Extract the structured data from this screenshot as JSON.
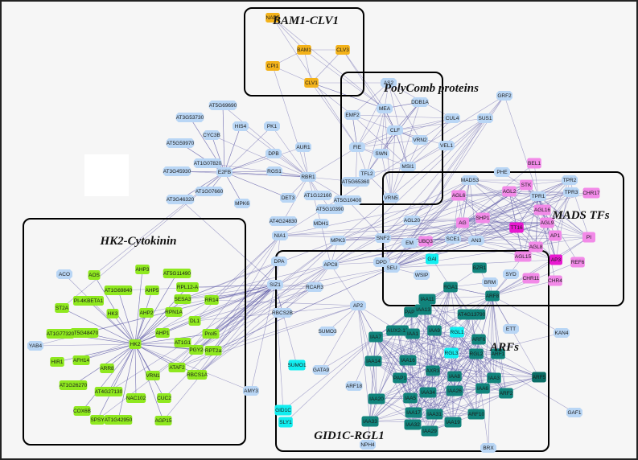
{
  "colors": {
    "background": "#f6f6f6",
    "edge": "#5e5ba8",
    "hub_blue": "#b9d6f5",
    "yellow": "#f3b21a",
    "green": "#8fe81f",
    "magenta": "#f28ae8",
    "hot_magenta": "#e81ad0",
    "cyan": "#12eef0",
    "teal": "#11847c",
    "dark_teal": "#0a6e66"
  },
  "clusters": [
    {
      "id": "bam1",
      "label": "BAM1-CLV1"
    },
    {
      "id": "polycomb",
      "label": "PolyComb proteins"
    },
    {
      "id": "mads",
      "label": "MADS TFs"
    },
    {
      "id": "hk2",
      "label": "HK2-Cytokinin"
    },
    {
      "id": "gid1c",
      "label": "GID1C-RGL1"
    },
    {
      "id": "arfs",
      "label": "ARFs"
    }
  ],
  "nodes": [
    {
      "label": "NAP5",
      "c": "yellow"
    },
    {
      "label": "BAM1",
      "c": "yellow"
    },
    {
      "label": "CLV3",
      "c": "yellow"
    },
    {
      "label": "CPI1",
      "c": "yellow"
    },
    {
      "label": "CLV1",
      "c": "yellow"
    },
    {
      "label": "AS2",
      "c": "hub_blue"
    },
    {
      "label": "DDB1A",
      "c": "hub_blue"
    },
    {
      "label": "GRF2",
      "c": "hub_blue"
    },
    {
      "label": "MEA",
      "c": "hub_blue"
    },
    {
      "label": "EMF2",
      "c": "hub_blue"
    },
    {
      "label": "CLF",
      "c": "hub_blue"
    },
    {
      "label": "CUL4",
      "c": "hub_blue"
    },
    {
      "label": "SUS1",
      "c": "hub_blue"
    },
    {
      "label": "FIE",
      "c": "hub_blue"
    },
    {
      "label": "SWN",
      "c": "hub_blue"
    },
    {
      "label": "VRN2",
      "c": "hub_blue"
    },
    {
      "label": "TFL2",
      "c": "hub_blue"
    },
    {
      "label": "MSI1",
      "c": "hub_blue"
    },
    {
      "label": "VEL1",
      "c": "hub_blue"
    },
    {
      "label": "VRN5",
      "c": "hub_blue"
    },
    {
      "label": "AT5G69690",
      "c": "hub_blue"
    },
    {
      "label": "AT3G53730",
      "c": "hub_blue"
    },
    {
      "label": "HIS4",
      "c": "hub_blue"
    },
    {
      "label": "PK1",
      "c": "hub_blue"
    },
    {
      "label": "CYC3B",
      "c": "hub_blue"
    },
    {
      "label": "AT5G59970",
      "c": "hub_blue"
    },
    {
      "label": "DPB",
      "c": "hub_blue"
    },
    {
      "label": "AUR1",
      "c": "hub_blue"
    },
    {
      "label": "AT1G07820",
      "c": "hub_blue"
    },
    {
      "label": "E2FB",
      "c": "hub_blue"
    },
    {
      "label": "RGS1",
      "c": "hub_blue"
    },
    {
      "label": "RBR1",
      "c": "hub_blue"
    },
    {
      "label": "AT3G45930",
      "c": "hub_blue"
    },
    {
      "label": "AT1G07660",
      "c": "hub_blue"
    },
    {
      "label": "AT3G46320",
      "c": "hub_blue"
    },
    {
      "label": "MPK6",
      "c": "hub_blue"
    },
    {
      "label": "DET3",
      "c": "hub_blue"
    },
    {
      "label": "AT1G12160",
      "c": "hub_blue"
    },
    {
      "label": "AT5G10400",
      "c": "hub_blue"
    },
    {
      "label": "AT5G10390",
      "c": "hub_blue"
    },
    {
      "label": "AT5G65360",
      "c": "hub_blue"
    },
    {
      "label": "AT4G24830",
      "c": "hub_blue"
    },
    {
      "label": "MDH1",
      "c": "hub_blue"
    },
    {
      "label": "NIA1",
      "c": "hub_blue"
    },
    {
      "label": "MPK3",
      "c": "hub_blue"
    },
    {
      "label": "SNF2",
      "c": "hub_blue"
    },
    {
      "label": "EM",
      "c": "hub_blue"
    },
    {
      "label": "AGL20",
      "c": "hub_blue"
    },
    {
      "label": "AN3",
      "c": "hub_blue"
    },
    {
      "label": "SCE1",
      "c": "hub_blue"
    },
    {
      "label": "MADS3",
      "c": "hub_blue"
    },
    {
      "label": "PHE",
      "c": "hub_blue"
    },
    {
      "label": "TPR2",
      "c": "hub_blue"
    },
    {
      "label": "TPR1",
      "c": "hub_blue"
    },
    {
      "label": "TPR3",
      "c": "hub_blue"
    },
    {
      "label": "SYD",
      "c": "hub_blue"
    },
    {
      "label": "BEL1",
      "c": "magenta"
    },
    {
      "label": "AGL6",
      "c": "magenta"
    },
    {
      "label": "STK",
      "c": "magenta"
    },
    {
      "label": "AGL2",
      "c": "magenta"
    },
    {
      "label": "CHR17",
      "c": "magenta"
    },
    {
      "label": "AG",
      "c": "magenta"
    },
    {
      "label": "SHP1",
      "c": "magenta"
    },
    {
      "label": "AGL16",
      "c": "magenta"
    },
    {
      "label": "UBQ3",
      "c": "magenta"
    },
    {
      "label": "TT16",
      "c": "hot_magenta"
    },
    {
      "label": "AGL9",
      "c": "magenta"
    },
    {
      "label": "AP1",
      "c": "magenta"
    },
    {
      "label": "PI",
      "c": "magenta"
    },
    {
      "label": "AGL8",
      "c": "magenta"
    },
    {
      "label": "AP3",
      "c": "hot_magenta"
    },
    {
      "label": "AGL15",
      "c": "magenta"
    },
    {
      "label": "REF6",
      "c": "magenta"
    },
    {
      "label": "CHR11",
      "c": "magenta"
    },
    {
      "label": "CHR4",
      "c": "magenta"
    },
    {
      "label": "ACO",
      "c": "hub_blue"
    },
    {
      "label": "YAB4",
      "c": "hub_blue"
    },
    {
      "label": "AHP3",
      "c": "green"
    },
    {
      "label": "AOS",
      "c": "green"
    },
    {
      "label": "AT5G11490",
      "c": "green"
    },
    {
      "label": "AT1G69840",
      "c": "green"
    },
    {
      "label": "AHP5",
      "c": "green"
    },
    {
      "label": "RPL12-A",
      "c": "green"
    },
    {
      "label": "PI-4KBETA1",
      "c": "green"
    },
    {
      "label": "SESA3",
      "c": "green"
    },
    {
      "label": "RR14",
      "c": "green"
    },
    {
      "label": "ST2A",
      "c": "green"
    },
    {
      "label": "HK3",
      "c": "green"
    },
    {
      "label": "AHP2",
      "c": "green"
    },
    {
      "label": "RPN1A",
      "c": "green"
    },
    {
      "label": "AT5G48470",
      "c": "green"
    },
    {
      "label": "DL1",
      "c": "green"
    },
    {
      "label": "Prol5",
      "c": "green"
    },
    {
      "label": "AT1G77320",
      "c": "green"
    },
    {
      "label": "AHP1",
      "c": "green"
    },
    {
      "label": "AT1G1",
      "c": "green"
    },
    {
      "label": "RPT2a",
      "c": "green"
    },
    {
      "label": "HK2",
      "c": "green"
    },
    {
      "label": "PGY2",
      "c": "green"
    },
    {
      "label": "HIR1",
      "c": "green"
    },
    {
      "label": "AFH14",
      "c": "green"
    },
    {
      "label": "ARR8",
      "c": "green"
    },
    {
      "label": "ATAF2",
      "c": "green"
    },
    {
      "label": "RBCS1A",
      "c": "green"
    },
    {
      "label": "VRN1",
      "c": "green"
    },
    {
      "label": "AT1G26270",
      "c": "green"
    },
    {
      "label": "AT4G27130",
      "c": "green"
    },
    {
      "label": "NAC102",
      "c": "green"
    },
    {
      "label": "CUC2",
      "c": "green"
    },
    {
      "label": "COX6B",
      "c": "green"
    },
    {
      "label": "SPSY",
      "c": "green"
    },
    {
      "label": "AT1G42950",
      "c": "green"
    },
    {
      "label": "AGP15",
      "c": "green"
    },
    {
      "label": "DPA",
      "c": "hub_blue"
    },
    {
      "label": "APC8",
      "c": "hub_blue"
    },
    {
      "label": "DPD",
      "c": "hub_blue"
    },
    {
      "label": "SEU",
      "c": "hub_blue"
    },
    {
      "label": "SIZ1",
      "c": "hub_blue"
    },
    {
      "label": "RCAR3",
      "c": "hub_blue"
    },
    {
      "label": "AP2",
      "c": "hub_blue"
    },
    {
      "label": "RBCS2B",
      "c": "hub_blue"
    },
    {
      "label": "SUMO3",
      "c": "hub_blue"
    },
    {
      "label": "GATA9",
      "c": "hub_blue"
    },
    {
      "label": "ARF18",
      "c": "hub_blue"
    },
    {
      "label": "AMY3",
      "c": "hub_blue"
    },
    {
      "label": "WSIP",
      "c": "hub_blue"
    },
    {
      "label": "BRM",
      "c": "hub_blue"
    },
    {
      "label": "ETT",
      "c": "hub_blue"
    },
    {
      "label": "KAN4",
      "c": "hub_blue"
    },
    {
      "label": "GAF1",
      "c": "hub_blue"
    },
    {
      "label": "BRX",
      "c": "hub_blue"
    },
    {
      "label": "NPH4",
      "c": "hub_blue"
    },
    {
      "label": "GAI",
      "c": "cyan"
    },
    {
      "label": "SUMO1",
      "c": "cyan"
    },
    {
      "label": "GID1C",
      "c": "cyan"
    },
    {
      "label": "SLY1",
      "c": "cyan"
    },
    {
      "label": "RGL1",
      "c": "cyan"
    },
    {
      "label": "RGL3",
      "c": "cyan"
    },
    {
      "label": "BZR1",
      "c": "teal"
    },
    {
      "label": "RGA1",
      "c": "teal"
    },
    {
      "label": "ARF8",
      "c": "teal"
    },
    {
      "label": "IAA11",
      "c": "teal"
    },
    {
      "label": "PAP2",
      "c": "teal"
    },
    {
      "label": "IAA13",
      "c": "teal"
    },
    {
      "label": "AT4G13790",
      "c": "teal"
    },
    {
      "label": "IAA7",
      "c": "teal"
    },
    {
      "label": "AUX2-11",
      "c": "teal"
    },
    {
      "label": "IAA1",
      "c": "teal"
    },
    {
      "label": "IAA9",
      "c": "teal"
    },
    {
      "label": "ARF6",
      "c": "teal"
    },
    {
      "label": "IAA14",
      "c": "teal"
    },
    {
      "label": "IAA16",
      "c": "teal"
    },
    {
      "label": "AXR3",
      "c": "teal"
    },
    {
      "label": "RGL2",
      "c": "teal"
    },
    {
      "label": "ARF1",
      "c": "teal"
    },
    {
      "label": "PAP1",
      "c": "teal"
    },
    {
      "label": "IAA8",
      "c": "teal"
    },
    {
      "label": "IAA3",
      "c": "teal"
    },
    {
      "label": "ARF5",
      "c": "dark_teal"
    },
    {
      "label": "IAA5",
      "c": "teal"
    },
    {
      "label": "IAA34",
      "c": "teal"
    },
    {
      "label": "IAA26",
      "c": "teal"
    },
    {
      "label": "IAA6",
      "c": "teal"
    },
    {
      "label": "ARF2",
      "c": "teal"
    },
    {
      "label": "IAA20",
      "c": "teal"
    },
    {
      "label": "IAA17",
      "c": "teal"
    },
    {
      "label": "IAA31",
      "c": "teal"
    },
    {
      "label": "ARF10",
      "c": "teal"
    },
    {
      "label": "IAA33",
      "c": "teal"
    },
    {
      "label": "IAA32",
      "c": "teal"
    },
    {
      "label": "IAA19",
      "c": "teal"
    },
    {
      "label": "IAA29",
      "c": "teal"
    }
  ]
}
